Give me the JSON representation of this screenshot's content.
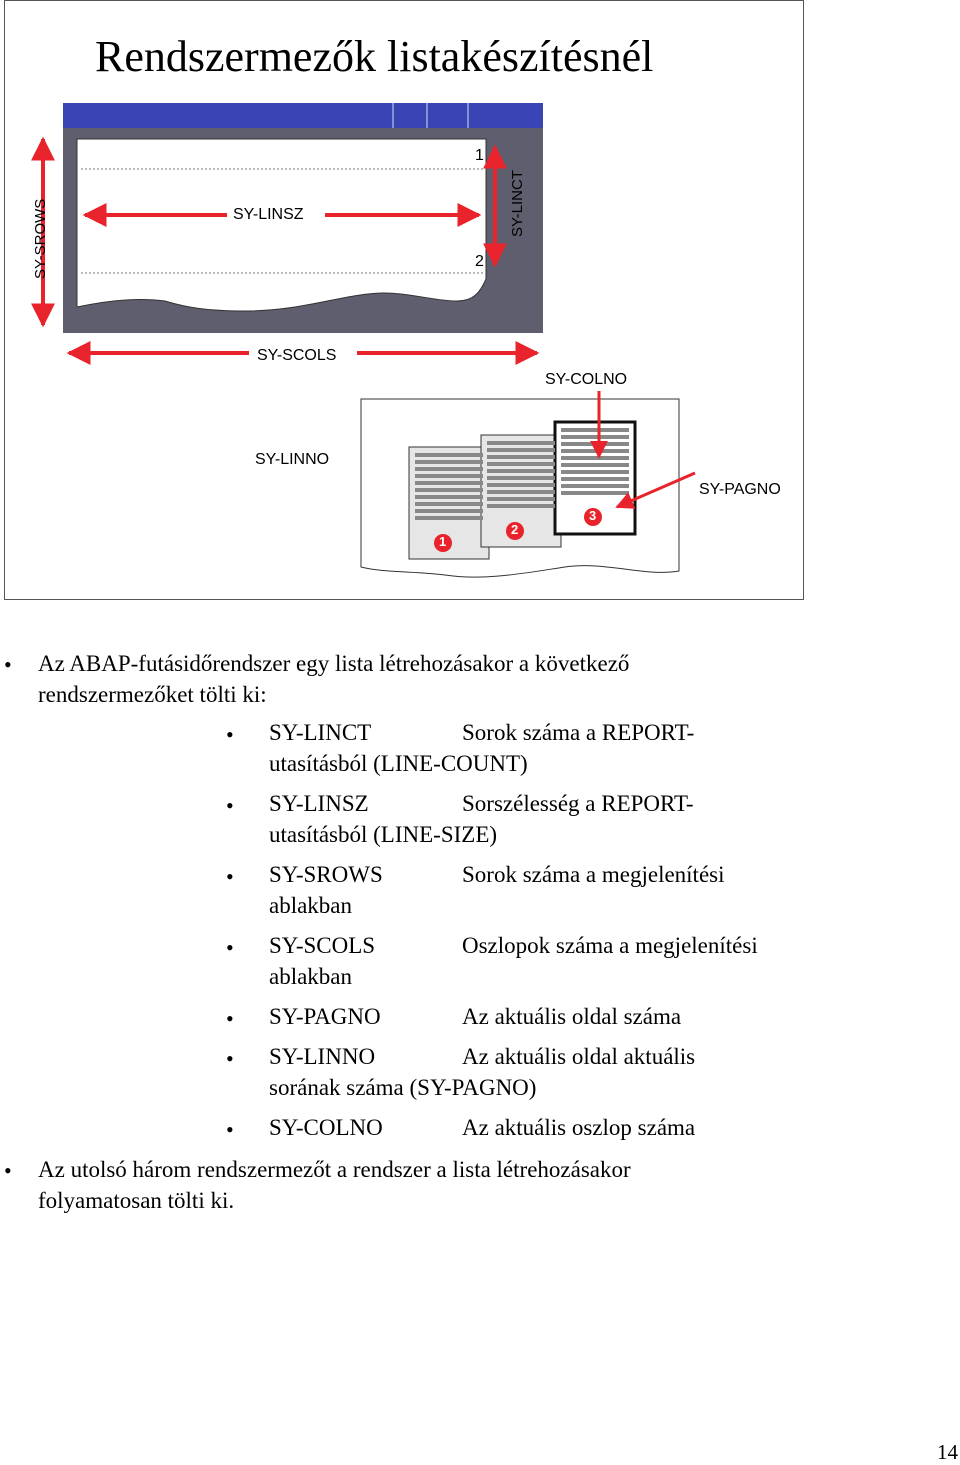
{
  "slide": {
    "title": "Rendszermezők listakészítésnél",
    "labels": {
      "sy_srows": "SY-SROWS",
      "sy_linsz": "SY-LINSZ",
      "sy_linct": "SY-LINCT",
      "line_1": "1",
      "line_2": "2",
      "sy_scols": "SY-SCOLS",
      "sy_colno": "SY-COLNO",
      "sy_linno": "SY-LINNO",
      "sy_pagno": "SY-PAGNO",
      "page_1": "1",
      "page_2": "2",
      "page_3": "3"
    },
    "colors": {
      "screen_blue": "#3a44b4",
      "screen_gray": "#5e5e6e",
      "arrow_red": "#e8232b",
      "page_line_gray": "#888888"
    }
  },
  "bullets": {
    "intro_line1": "Az ABAP-futásidőrendszer egy lista létrehozásakor a következő",
    "intro_line2": "rendszermezőket tölti ki:",
    "items": [
      {
        "code": "SY-LINCT",
        "desc": "Sorok száma a REPORT-",
        "cont": "utasításból (LINE-COUNT)"
      },
      {
        "code": "SY-LINSZ",
        "desc": "Sorszélesség a REPORT-",
        "cont": "utasításból (LINE-SIZE)"
      },
      {
        "code": "SY-SROWS",
        "desc": "Sorok száma a megjelenítési",
        "cont": "ablakban"
      },
      {
        "code": "SY-SCOLS",
        "desc": "Oszlopok száma a megjelenítési",
        "cont": "ablakban"
      },
      {
        "code": "SY-PAGNO",
        "desc": "Az aktuális oldal száma",
        "cont": ""
      },
      {
        "code": "SY-LINNO",
        "desc": "Az aktuális oldal aktuális",
        "cont": "sorának száma (SY-PAGNO)"
      },
      {
        "code": "SY-COLNO",
        "desc": "Az aktuális oszlop száma",
        "cont": ""
      }
    ],
    "outro_line1": "Az utolsó három rendszermezőt a rendszer a lista létrehozásakor",
    "outro_line2": "folyamatosan tölti ki."
  },
  "page_number": "14"
}
